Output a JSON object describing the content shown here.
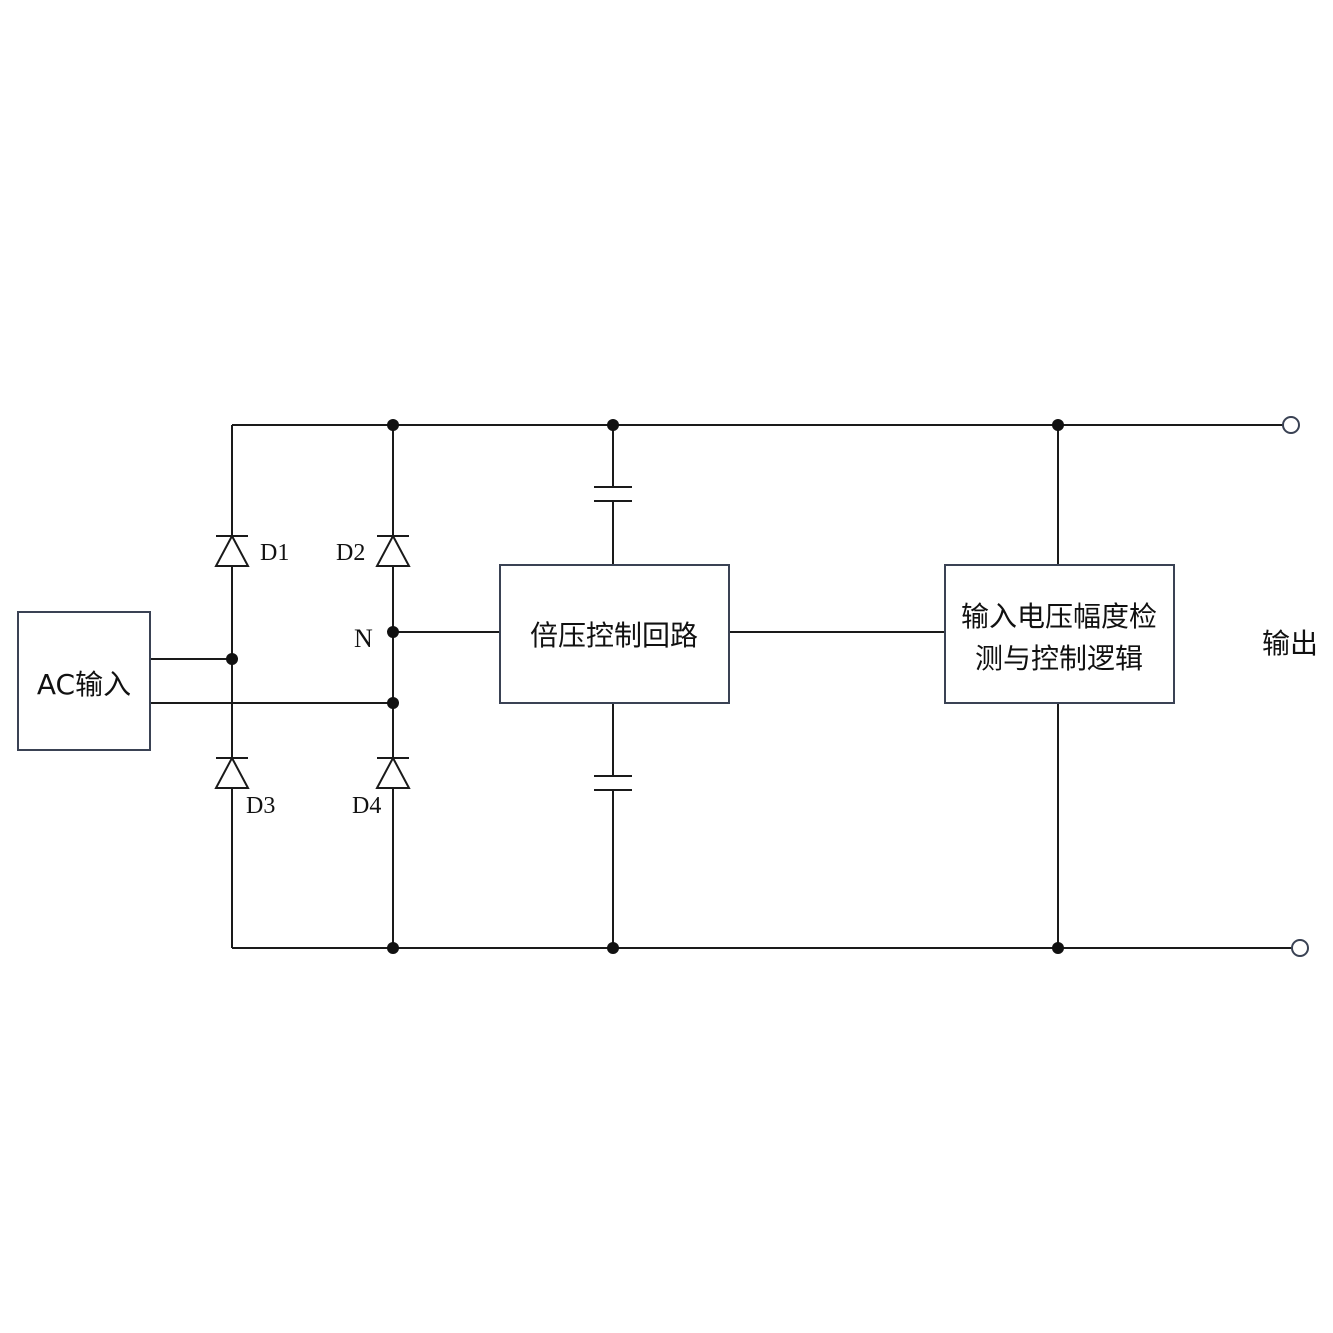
{
  "blocks": {
    "ac_input": "AC输入",
    "voltage_doubler": "倍压控制回路",
    "detection_line1": "输入电压幅度检",
    "detection_line2": "测与控制逻辑"
  },
  "labels": {
    "d1": "D1",
    "d2": "D2",
    "d3": "D3",
    "d4": "D4",
    "node_n": "N",
    "output": "输出"
  }
}
